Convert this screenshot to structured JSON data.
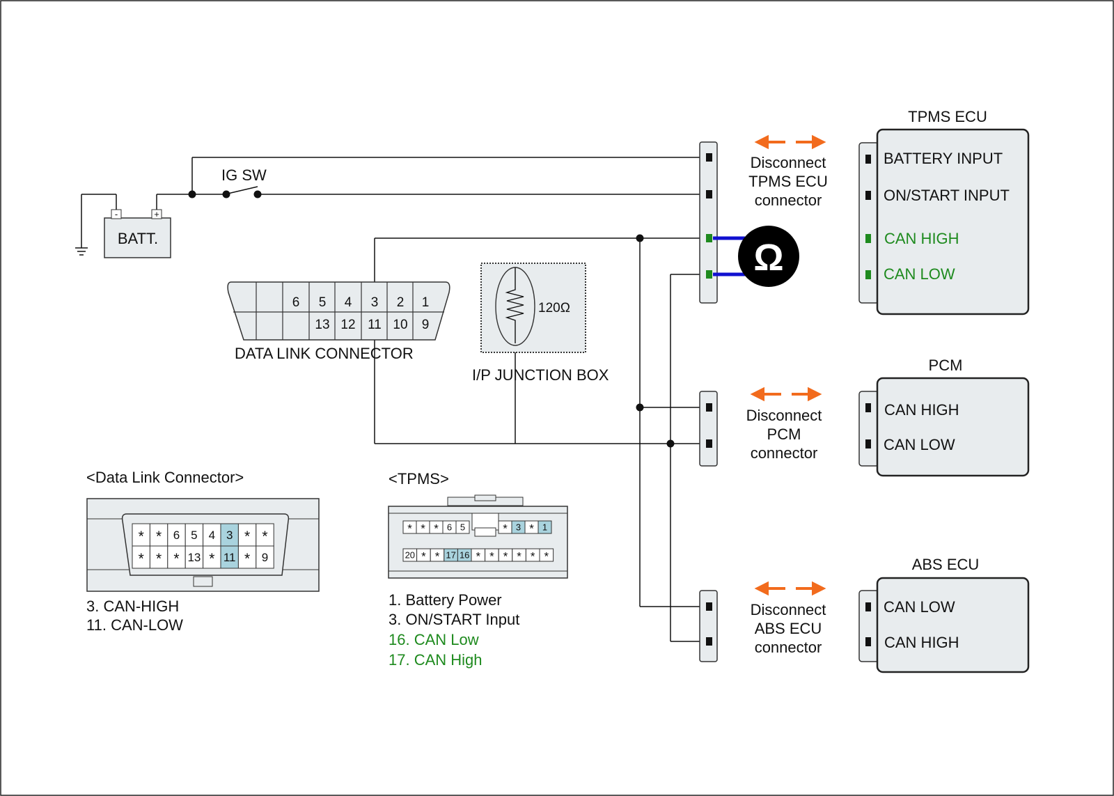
{
  "battery": {
    "label": "BATT.",
    "neg": "-",
    "pos": "+"
  },
  "ig_switch": {
    "label": "IG SW"
  },
  "dlc": {
    "title": "DATA LINK CONNECTOR",
    "top_pins": [
      "6",
      "5",
      "4",
      "3",
      "2",
      "1"
    ],
    "bottom_pins": [
      "13",
      "12",
      "11",
      "10",
      "9"
    ]
  },
  "junction_box": {
    "title": "I/P JUNCTION BOX",
    "resistor": "120Ω"
  },
  "ohm_meter": {
    "symbol": "Ω"
  },
  "tpms_ecu": {
    "title": "TPMS ECU",
    "pins": [
      "BATTERY INPUT",
      "ON/START INPUT",
      "CAN HIGH",
      "CAN LOW"
    ],
    "disconnect": [
      "Disconnect",
      "TPMS ECU",
      "connector"
    ]
  },
  "pcm": {
    "title": "PCM",
    "pins": [
      "CAN HIGH",
      "CAN LOW"
    ],
    "disconnect": [
      "Disconnect",
      "PCM",
      "connector"
    ]
  },
  "abs_ecu": {
    "title": "ABS ECU",
    "pins": [
      "CAN LOW",
      "CAN HIGH"
    ],
    "disconnect": [
      "Disconnect",
      "ABS ECU",
      "connector"
    ]
  },
  "dlc_face": {
    "title": "<Data Link Connector>",
    "row1": [
      "*",
      "*",
      "6",
      "5",
      "4",
      "3",
      "*",
      "*"
    ],
    "row2": [
      "*",
      "*",
      "*",
      "13",
      "*",
      "11",
      "*",
      "9"
    ],
    "notes": [
      "3. CAN-HIGH",
      "11. CAN-LOW"
    ]
  },
  "tpms_face": {
    "title": "<TPMS>",
    "row1_left": [
      "*",
      "*",
      "*",
      "6",
      "5"
    ],
    "row1_right": [
      "*",
      "3",
      "*",
      "1"
    ],
    "row2": [
      "20",
      "*",
      "*",
      "17",
      "16",
      "*",
      "*",
      "*",
      "*",
      "*",
      "*"
    ],
    "notes": [
      "1. Battery Power",
      "3. ON/START Input"
    ],
    "notes_green": [
      "16. CAN Low",
      "17. CAN High"
    ]
  },
  "colors": {
    "wire": "#111111",
    "probe": "#1010d0",
    "arrow": "#f26b1d",
    "highlight": "#a9d3de",
    "green": "#1e8a1e",
    "box": "#e8ecee"
  }
}
